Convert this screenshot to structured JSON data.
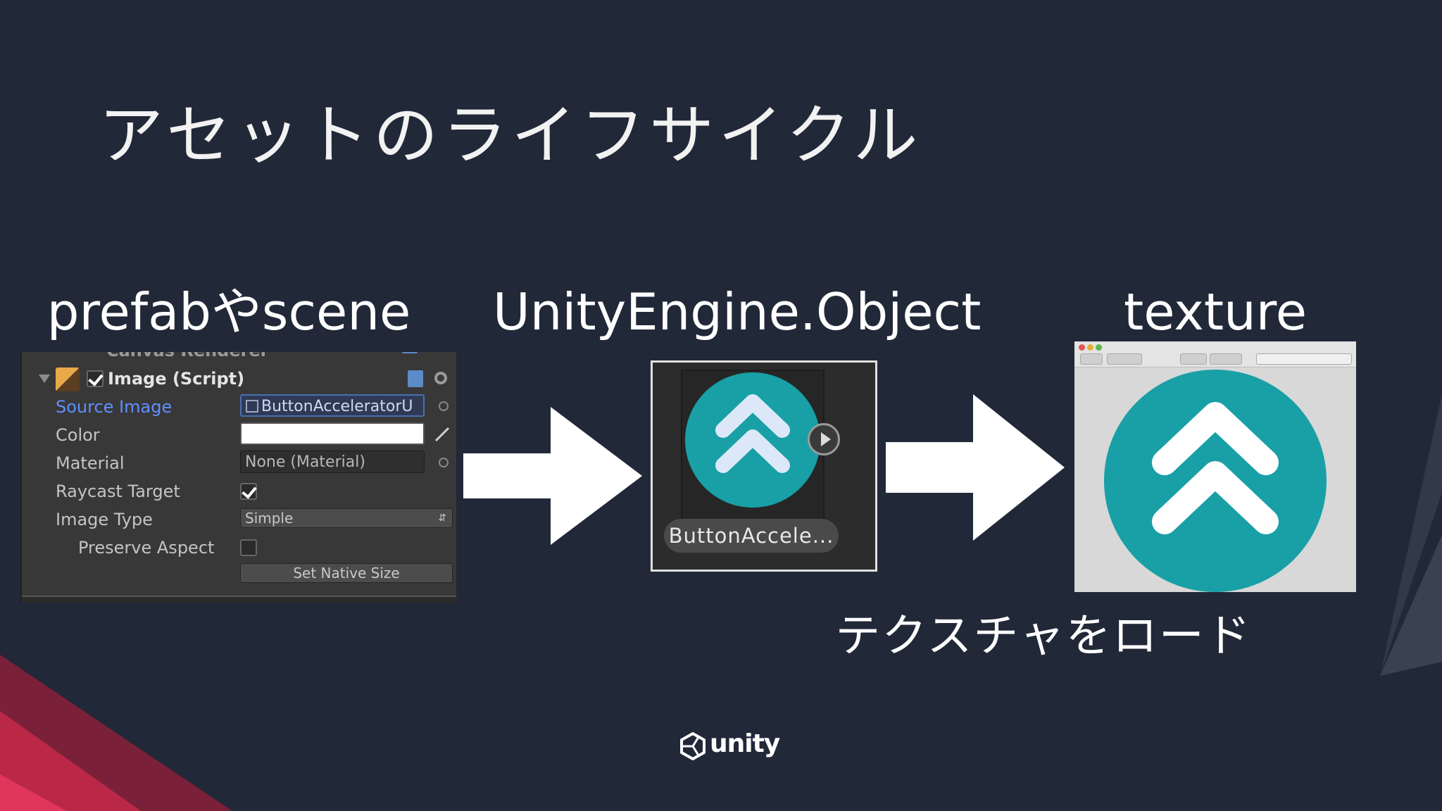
{
  "slide": {
    "title": "アセットのライフサイクル",
    "caption": "テクスチャをロード"
  },
  "columns": {
    "left": "prefabやscene",
    "middle": "UnityEngine.Object",
    "right": "texture"
  },
  "inspector": {
    "cut_header": "Canvas Renderer",
    "component": "Image (Script)",
    "rows": {
      "source_image": "Source Image",
      "color": "Color",
      "material": "Material",
      "raycast_target": "Raycast Target",
      "image_type": "Image Type",
      "preserve_aspect": "Preserve Aspect"
    },
    "values": {
      "source_image": "ButtonAcceleratorU",
      "material": "None (Material)",
      "image_type": "Simple",
      "set_native_size": "Set Native Size"
    },
    "toggles": {
      "component_enabled": true,
      "raycast_target": true,
      "preserve_aspect": false
    }
  },
  "object_preview": {
    "name": "ButtonAccele..."
  },
  "brand": {
    "logo_text": "unity"
  },
  "colors": {
    "background": "#212838",
    "teal": "#18a0a6",
    "chevron": "#ffffff",
    "accent_red": "#c6294a"
  }
}
